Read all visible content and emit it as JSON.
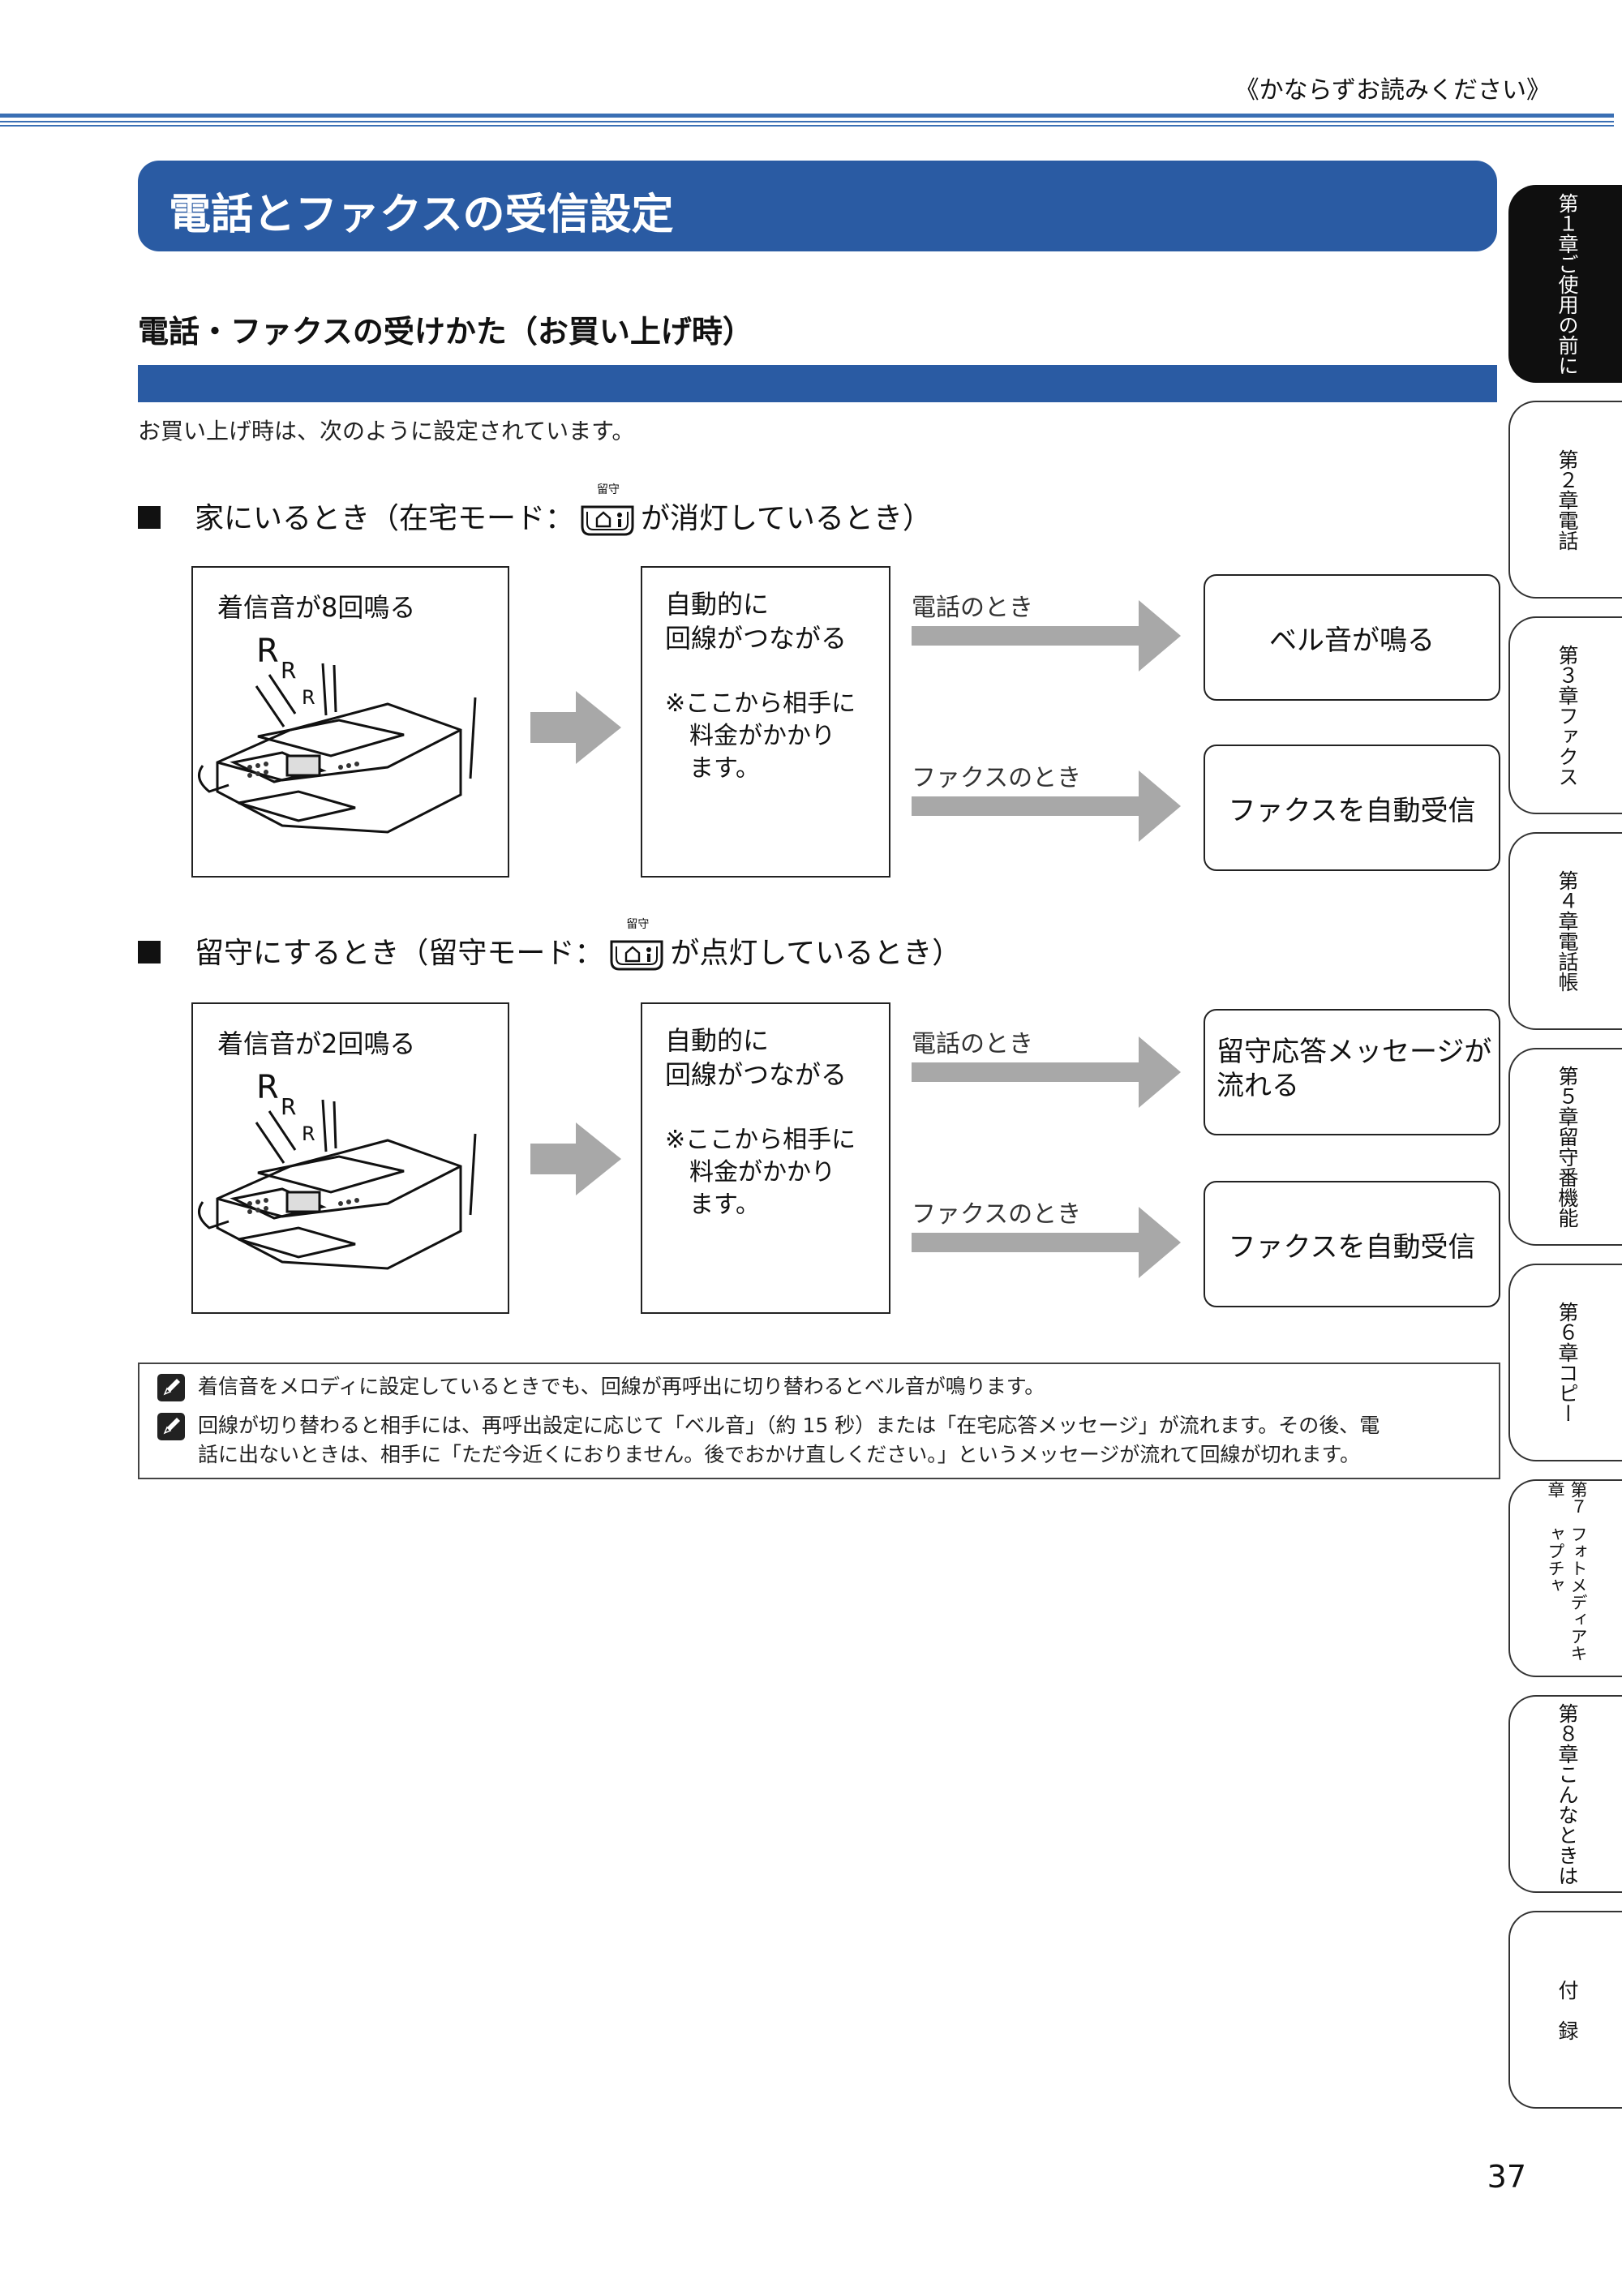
{
  "header": {
    "note": "《かならずお読みください》"
  },
  "title": "電話とファクスの受信設定",
  "section_heading": "電話・ファクスの受けかた（お買い上げ時）",
  "intro": "お買い上げ時は、次のように設定されています。",
  "button_caption": "留守",
  "mode1": {
    "heading_before": "家にいるとき（在宅モード：",
    "heading_after": "が消灯しているとき）",
    "ring_text": "着信音が8回鳴る",
    "connect_text": [
      "自動的に",
      "回線がつながる"
    ],
    "charge_note": [
      "※ここから相手に",
      "料金がかかり",
      "ます。"
    ],
    "phone_label": "電話のとき",
    "phone_result": "ベル音が鳴る",
    "fax_label": "ファクスのとき",
    "fax_result": "ファクスを自動受信"
  },
  "mode2": {
    "heading_before": "留守にするとき（留守モード：",
    "heading_after": "が点灯しているとき）",
    "ring_text": "着信音が2回鳴る",
    "connect_text": [
      "自動的に",
      "回線がつながる"
    ],
    "charge_note": [
      "※ここから相手に",
      "料金がかかり",
      "ます。"
    ],
    "phone_label": "電話のとき",
    "phone_result": [
      "留守応答メッセージが",
      "流れる"
    ],
    "fax_label": "ファクスのとき",
    "fax_result": "ファクスを自動受信"
  },
  "ring_letters": [
    "R",
    "R",
    "R"
  ],
  "notes": [
    "着信音をメロディに設定しているときでも、回線が再呼出に切り替わるとベル音が鳴ります。",
    "回線が切り替わると相手には、再呼出設定に応じて「ベル音」（約 15 秒）または「在宅応答メッセージ」が流れます。その後、電",
    "話に出ないときは、相手に「ただ今近くにおりません。後でおかけ直しください。」というメッセージが流れて回線が切れます。"
  ],
  "tabs": [
    {
      "chapter": "第１章",
      "name": "ご使用の前に",
      "active": true
    },
    {
      "chapter": "第２章",
      "name": "電話",
      "active": false
    },
    {
      "chapter": "第３章",
      "name": "ファクス",
      "active": false
    },
    {
      "chapter": "第４章",
      "name": "電話帳",
      "active": false
    },
    {
      "chapter": "第５章",
      "name": "留守番機能",
      "active": false
    },
    {
      "chapter": "第６章",
      "name": "コピー",
      "active": false
    },
    {
      "chapter": "第７章",
      "name": "フォトメディアキャプチャ",
      "active": false
    },
    {
      "chapter": "第８章",
      "name": "こんなときは",
      "active": false
    },
    {
      "chapter": "",
      "name": "付　録",
      "active": false
    }
  ],
  "page_number": "37",
  "colors": {
    "accent_blue": "#2a5ba3",
    "arrow_gray": "#a8a8a8"
  }
}
